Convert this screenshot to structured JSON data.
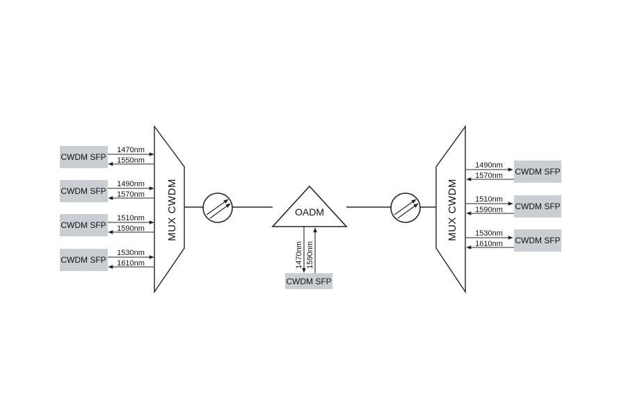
{
  "colors": {
    "sfp_fill": "#c9ced3",
    "line": "#222222",
    "background": "#ffffff"
  },
  "left_mux": {
    "label": "MUX CWDM",
    "ports": [
      {
        "sfp": "CWDM SFP",
        "tx": "1470nm",
        "rx": "1550nm"
      },
      {
        "sfp": "CWDM SFP",
        "tx": "1490nm",
        "rx": "1570nm"
      },
      {
        "sfp": "CWDM SFP",
        "tx": "1510nm",
        "rx": "1590nm"
      },
      {
        "sfp": "CWDM SFP",
        "tx": "1530nm",
        "rx": "1610nm"
      }
    ]
  },
  "right_mux": {
    "label": "MUX CWDM",
    "ports": [
      {
        "sfp": "CWDM SFP",
        "tx": "1490nm",
        "rx": "1570nm"
      },
      {
        "sfp": "CWDM SFP",
        "tx": "1510nm",
        "rx": "1590nm"
      },
      {
        "sfp": "CWDM SFP",
        "tx": "1530nm",
        "rx": "1610nm"
      }
    ]
  },
  "oadm": {
    "label": "OADM",
    "drop": "1470nm",
    "add": "1590nm",
    "sfp": "CWDM SFP"
  },
  "left_fiber_icon": "fiber-spool-icon",
  "right_fiber_icon": "fiber-spool-icon"
}
